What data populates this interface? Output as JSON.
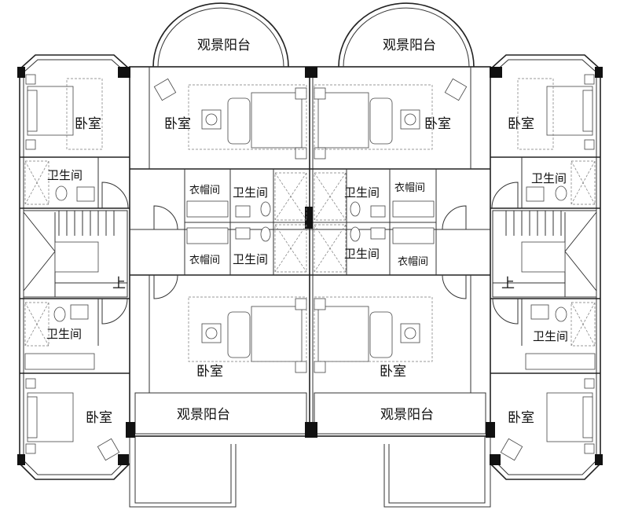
{
  "labels": {
    "balcony": "观景阳台",
    "bedroom": "卧室",
    "bedroom_mirrored": "卧室",
    "bathroom": "卫生间",
    "cloakroom": "衣帽间",
    "stairs_up": "上"
  }
}
